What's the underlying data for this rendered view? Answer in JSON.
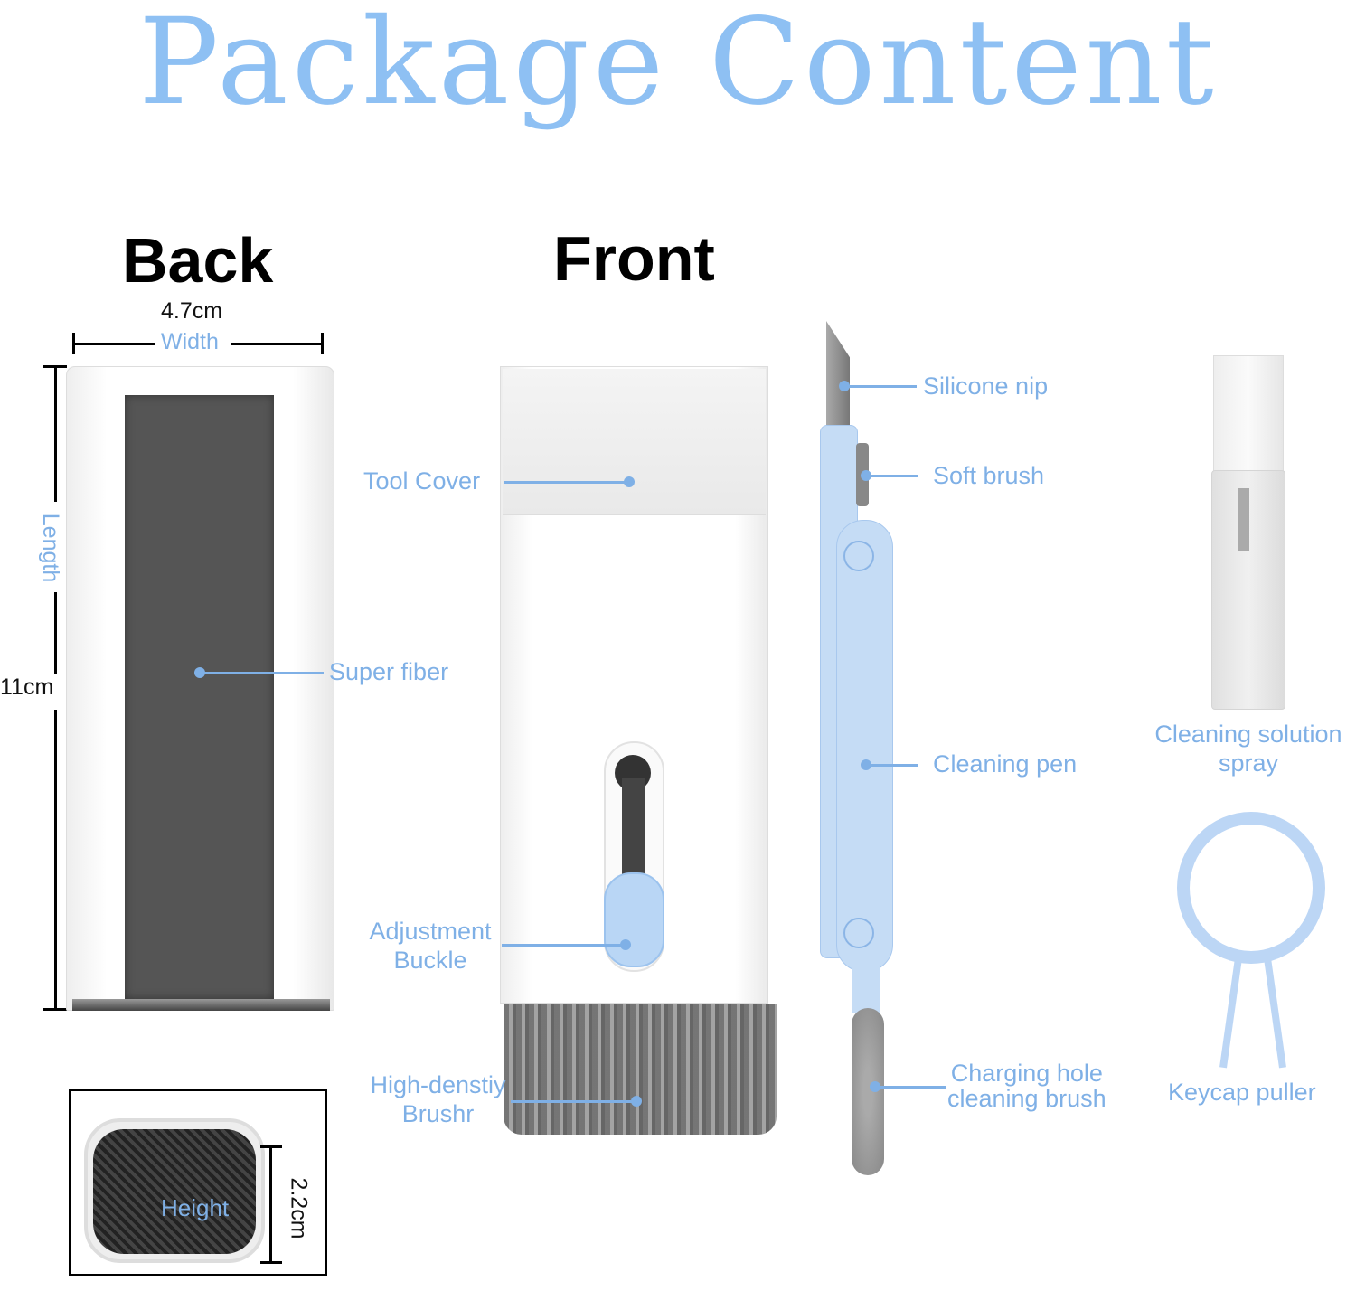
{
  "title": "Package Content",
  "sections": {
    "back": "Back",
    "front": "Front"
  },
  "dimensions": {
    "width_value": "4.7cm",
    "width_label": "Width",
    "length_label": "Length",
    "length_value": "11cm",
    "height_label": "Height",
    "height_value": "2.2cm"
  },
  "labels": {
    "super_fiber": "Super fiber",
    "tool_cover": "Tool Cover",
    "adjustment_buckle": [
      "Adjustment",
      "Buckle"
    ],
    "brush": [
      "High-denstiy",
      "Brushr"
    ],
    "silicone_nip": "Silicone nip",
    "soft_brush": "Soft brush",
    "cleaning_pen": "Cleaning pen",
    "charging_brush": [
      "Charging hole",
      "cleaning brush"
    ],
    "spray": [
      "Cleaning solution",
      "spray"
    ],
    "keycap_puller": "Keycap puller"
  },
  "colors": {
    "title": "#8ec0f3",
    "label": "#7fb0e6",
    "accent_blue": "#b9d6f5",
    "sponge": "#555555"
  }
}
